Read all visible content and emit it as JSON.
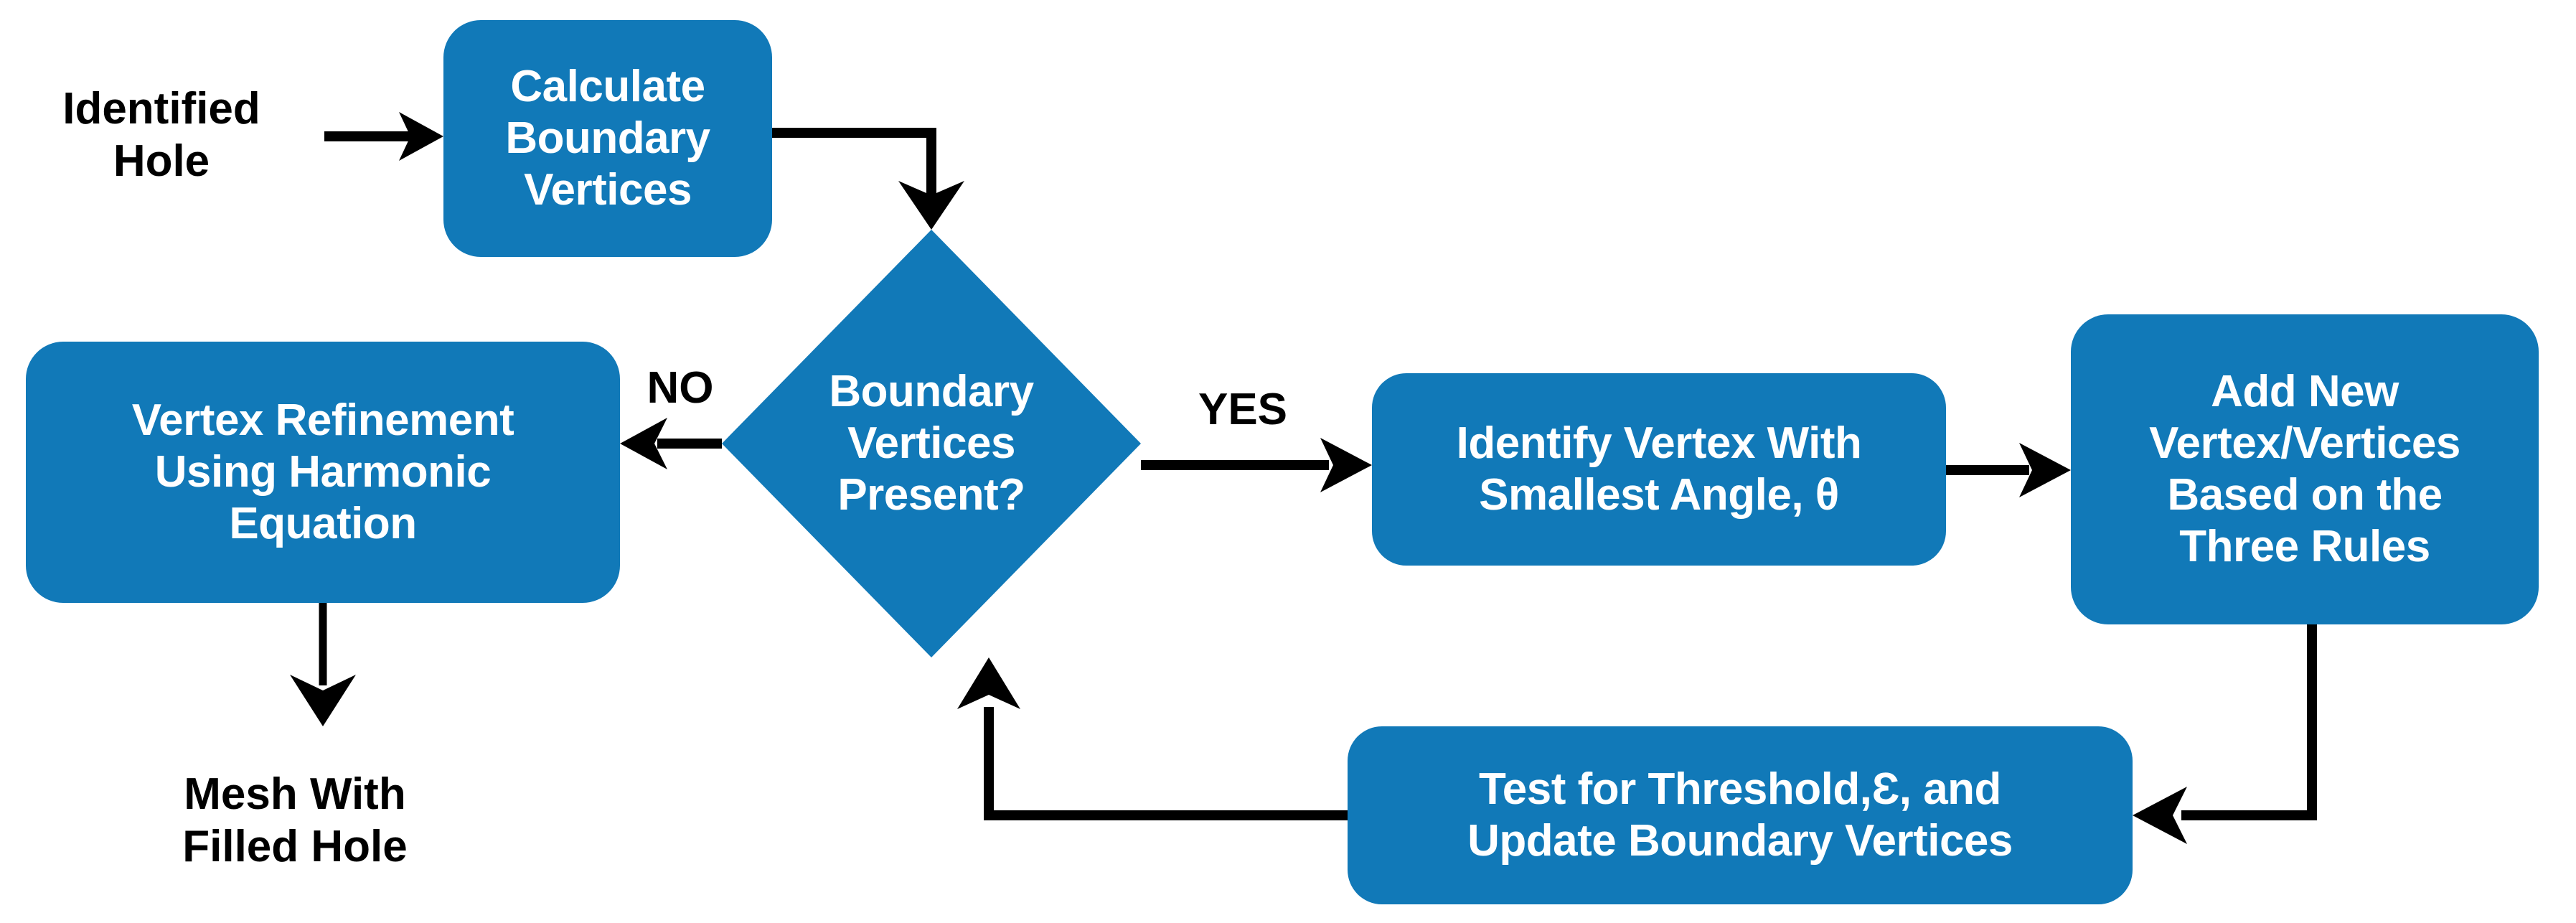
{
  "diagram": {
    "title": "Hole Filling Algorithm Flowchart",
    "type": "flowchart",
    "accent_color": "#1179B8",
    "text_on_accent": "#FFFFFF",
    "line_color": "#000000",
    "background": "#FFFFFF"
  },
  "nodes": {
    "identified_hole": {
      "label": "Identified\nHole",
      "shape": "text",
      "kind": "terminator-text"
    },
    "calculate_boundary_vertices": {
      "label": "Calculate\nBoundary\nVertices",
      "shape": "rounded-rect",
      "kind": "process"
    },
    "boundary_vertices_present": {
      "label": "Boundary\nVertices\nPresent?",
      "shape": "diamond",
      "kind": "decision"
    },
    "identify_vertex_smallest_angle": {
      "label": "Identify Vertex With\nSmallest Angle, θ",
      "shape": "rounded-rect",
      "kind": "process"
    },
    "add_new_vertices": {
      "label": "Add New\nVertex/Vertices\nBased on the\nThree Rules",
      "shape": "rounded-rect",
      "kind": "process"
    },
    "test_threshold": {
      "label": "Test for Threshold,Ɛ, and\nUpdate Boundary Vertices",
      "shape": "rounded-rect",
      "kind": "process"
    },
    "vertex_refinement": {
      "label": "Vertex Refinement\nUsing Harmonic\nEquation",
      "shape": "rounded-rect",
      "kind": "process"
    },
    "mesh_with_filled_hole": {
      "label": "Mesh With\nFilled Hole",
      "shape": "text",
      "kind": "terminator-text"
    }
  },
  "edge_labels": {
    "no": "NO",
    "yes": "YES"
  },
  "edges": [
    {
      "from": "identified_hole",
      "to": "calculate_boundary_vertices",
      "label": ""
    },
    {
      "from": "calculate_boundary_vertices",
      "to": "boundary_vertices_present",
      "label": ""
    },
    {
      "from": "boundary_vertices_present",
      "to": "vertex_refinement",
      "label": "NO"
    },
    {
      "from": "boundary_vertices_present",
      "to": "identify_vertex_smallest_angle",
      "label": "YES"
    },
    {
      "from": "identify_vertex_smallest_angle",
      "to": "add_new_vertices",
      "label": ""
    },
    {
      "from": "add_new_vertices",
      "to": "test_threshold",
      "label": ""
    },
    {
      "from": "test_threshold",
      "to": "boundary_vertices_present",
      "label": ""
    },
    {
      "from": "vertex_refinement",
      "to": "mesh_with_filled_hole",
      "label": ""
    }
  ]
}
